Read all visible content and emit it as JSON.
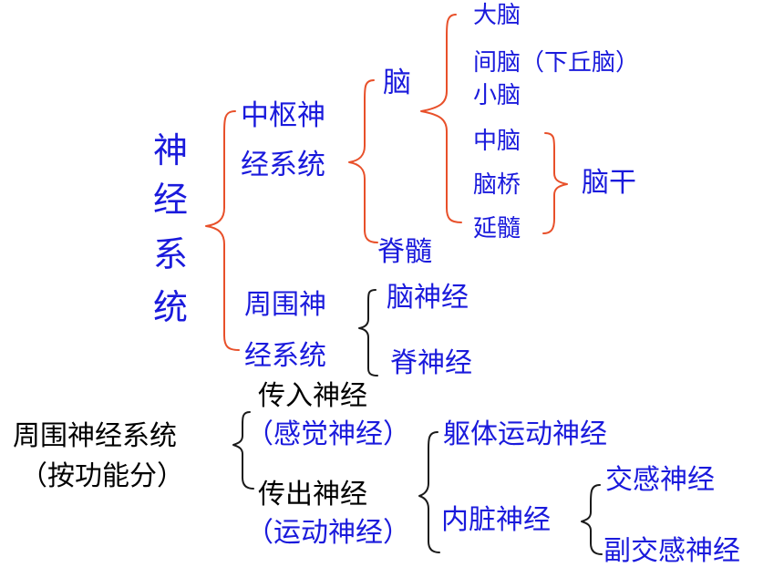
{
  "structure": {
    "root": [
      "神",
      "经",
      "系",
      "统"
    ],
    "central": {
      "line1": "中枢神",
      "line2": "经系统"
    },
    "brain": "脑",
    "brain_parts": [
      "大脑",
      "间脑（下丘脑）",
      "小脑",
      "中脑",
      "脑桥",
      "延髓"
    ],
    "brainstem": "脑干",
    "spinal_cord": "脊髓",
    "peripheral": {
      "line1": "周围神",
      "line2": "经系统"
    },
    "cranial_nerves": "脑神经",
    "spinal_nerves": "脊神经"
  },
  "function_split": {
    "title": "周围神经系统",
    "subtitle": "（按功能分）",
    "afferent": {
      "line1": "传入神经",
      "line2": "（感觉神经）"
    },
    "efferent": {
      "line1": "传出神经",
      "line2": "（运动神经）"
    },
    "somatic_motor": "躯体运动神经",
    "visceral": "内脏神经",
    "sympathetic": "交感神经",
    "parasympathetic": "副交感神经"
  },
  "colors": {
    "text_blue": "#1a1adc",
    "text_black": "#000000",
    "bracket_orange": "#e8502a",
    "bracket_dark": "#1a1a1a"
  }
}
